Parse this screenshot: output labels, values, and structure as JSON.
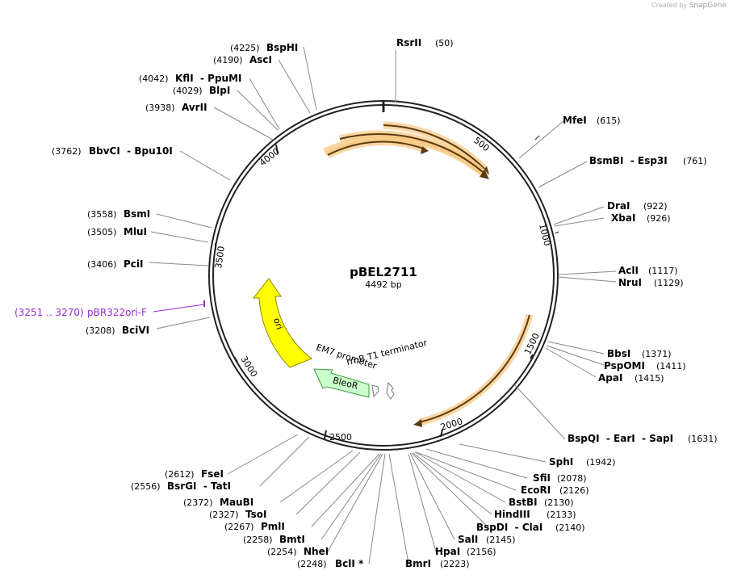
{
  "credit": {
    "prefix": "Created by",
    "brand": "SnapGene"
  },
  "plasmid": {
    "name": "pBEL2711",
    "length_label": "4492 bp",
    "length": 4492
  },
  "ticks": [
    "500",
    "1000",
    "1500",
    "2000",
    "2500",
    "3000",
    "3500",
    "4000"
  ],
  "features": [
    {
      "name": "ori",
      "color": "#ffff00"
    },
    {
      "name": "BleoR",
      "color": "#ccffcc"
    },
    {
      "name": "EM7 promoter",
      "color": "#ffffff"
    },
    {
      "name": "rrnB T1 terminator",
      "color": "#ffffff"
    }
  ],
  "primer": {
    "name": "pBR322ori-F",
    "range": "(3251 .. 3270)",
    "color": "#9a2bd6"
  },
  "enzymes": [
    {
      "name": "RsrII",
      "pos": "(50)"
    },
    {
      "name": "MfeI",
      "pos": "(615)"
    },
    {
      "name": "BsmBI  - Esp3I",
      "pos": "(761)"
    },
    {
      "name": "DraI",
      "pos": "(922)"
    },
    {
      "name": "XbaI",
      "pos": "(926)"
    },
    {
      "name": "AclI",
      "pos": "(1117)"
    },
    {
      "name": "NruI",
      "pos": "(1129)"
    },
    {
      "name": "BbsI",
      "pos": "(1371)"
    },
    {
      "name": "PspOMI",
      "pos": "(1411)"
    },
    {
      "name": "ApaI",
      "pos": "(1415)"
    },
    {
      "name": "BspQI  - EarI  - SapI",
      "pos": "(1631)"
    },
    {
      "name": "SphI",
      "pos": "(1942)"
    },
    {
      "name": "SfiI",
      "pos": "(2078)"
    },
    {
      "name": "EcoRI",
      "pos": "(2126)"
    },
    {
      "name": "BstBI",
      "pos": "(2130)"
    },
    {
      "name": "HindIII",
      "pos": "(2133)"
    },
    {
      "name": "BspDI  - ClaI",
      "pos": "(2140)"
    },
    {
      "name": "SalI",
      "pos": "(2145)"
    },
    {
      "name": "HpaI",
      "pos": "(2156)"
    },
    {
      "name": "BmrI",
      "pos": "(2223)"
    },
    {
      "name": "BclI *",
      "pos": "(2248)"
    },
    {
      "name": "NheI",
      "pos": "(2254)"
    },
    {
      "name": "BmtI",
      "pos": "(2258)"
    },
    {
      "name": "PmlI",
      "pos": "(2267)"
    },
    {
      "name": "TsoI",
      "pos": "(2327)"
    },
    {
      "name": "MauBI",
      "pos": "(2372)"
    },
    {
      "name": "BsrGI  - TatI",
      "pos": "(2556)"
    },
    {
      "name": "FseI",
      "pos": "(2612)"
    },
    {
      "name": "BciVI",
      "pos": "(3208)"
    },
    {
      "name": "PciI",
      "pos": "(3406)"
    },
    {
      "name": "MluI",
      "pos": "(3505)"
    },
    {
      "name": "BsmI",
      "pos": "(3558)"
    },
    {
      "name": "BbvCI  - Bpu10I",
      "pos": "(3762)"
    },
    {
      "name": "AvrII",
      "pos": "(3938)"
    },
    {
      "name": "BlpI",
      "pos": "(4029)"
    },
    {
      "name": "KflI  - PpuMI",
      "pos": "(4042)"
    },
    {
      "name": "AscI",
      "pos": "(4190)"
    },
    {
      "name": "BspHI",
      "pos": "(4225)"
    }
  ]
}
